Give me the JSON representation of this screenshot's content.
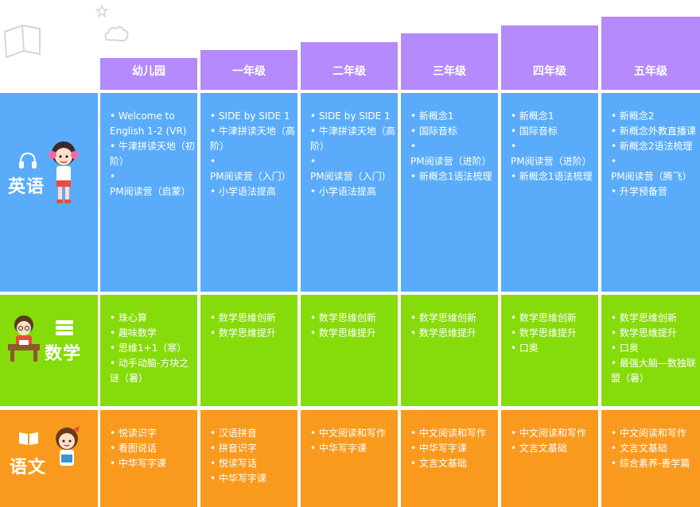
{
  "grades": [
    "幼儿园",
    "一年级",
    "二年级",
    "三年级",
    "四年级",
    "五年级"
  ],
  "subjects": [
    {
      "label": "英语",
      "icon": "girl-with-headphones-icon",
      "color": "#5aacfb",
      "courses": [
        [
          "Welcome to English 1-2 (VR)",
          "牛津拼读天地（初阶）",
          "PM阅读营（启蒙）"
        ],
        [
          "SIDE by SIDE 1",
          "牛津拼读天地（高阶）",
          "PM阅读营（入门）",
          "小学语法提高"
        ],
        [
          "SIDE by SIDE 1",
          "牛津拼读天地（高阶）",
          "PM阅读营（入门）",
          "小学语法提高"
        ],
        [
          "新概念1",
          "国际音标",
          "PM阅读营（进阶）",
          "新概念1语法梳理"
        ],
        [
          "新概念1",
          "国际音标",
          "PM阅读营（进阶）",
          "新概念1语法梳理"
        ],
        [
          "新概念2",
          "新概念外教直播课",
          "新概念2语法梳理",
          "PM阅读营（腾飞）",
          "升学预备营"
        ]
      ]
    },
    {
      "label": "数学",
      "icon": "boy-at-desk-icon",
      "color": "#86db0a",
      "courses": [
        [
          "珠心算",
          "趣味数学",
          "思维1+1（寒）",
          "动手动脑-方块之谜（暑）"
        ],
        [
          "数学思维创新",
          "数学思维提升"
        ],
        [
          "数学思维创新",
          "数学思维提升"
        ],
        [
          "数学思维创新",
          "数学思维提升"
        ],
        [
          "数学思维创新",
          "数学思维提升",
          "口奥"
        ],
        [
          "数学思维创新",
          "数学思维提升",
          "口奥",
          "最强大脑—数独联盟（暑）"
        ]
      ]
    },
    {
      "label": "语文",
      "icon": "girl-with-book-icon",
      "color": "#f99a1e",
      "courses": [
        [
          "悦读识字",
          "看图说话",
          "中华写字课"
        ],
        [
          "汉语拼音",
          "拼音识字",
          "悦读写话",
          "中华写字课"
        ],
        [
          "中文阅读和写作",
          "中华写字课"
        ],
        [
          "中文阅读和写作",
          "中华写字课",
          "文言文基础"
        ],
        [
          "中文阅读和写作",
          "文言文基础"
        ],
        [
          "中文阅读和写作",
          "文言文基础",
          "综合素养-善学篇"
        ]
      ]
    }
  ]
}
